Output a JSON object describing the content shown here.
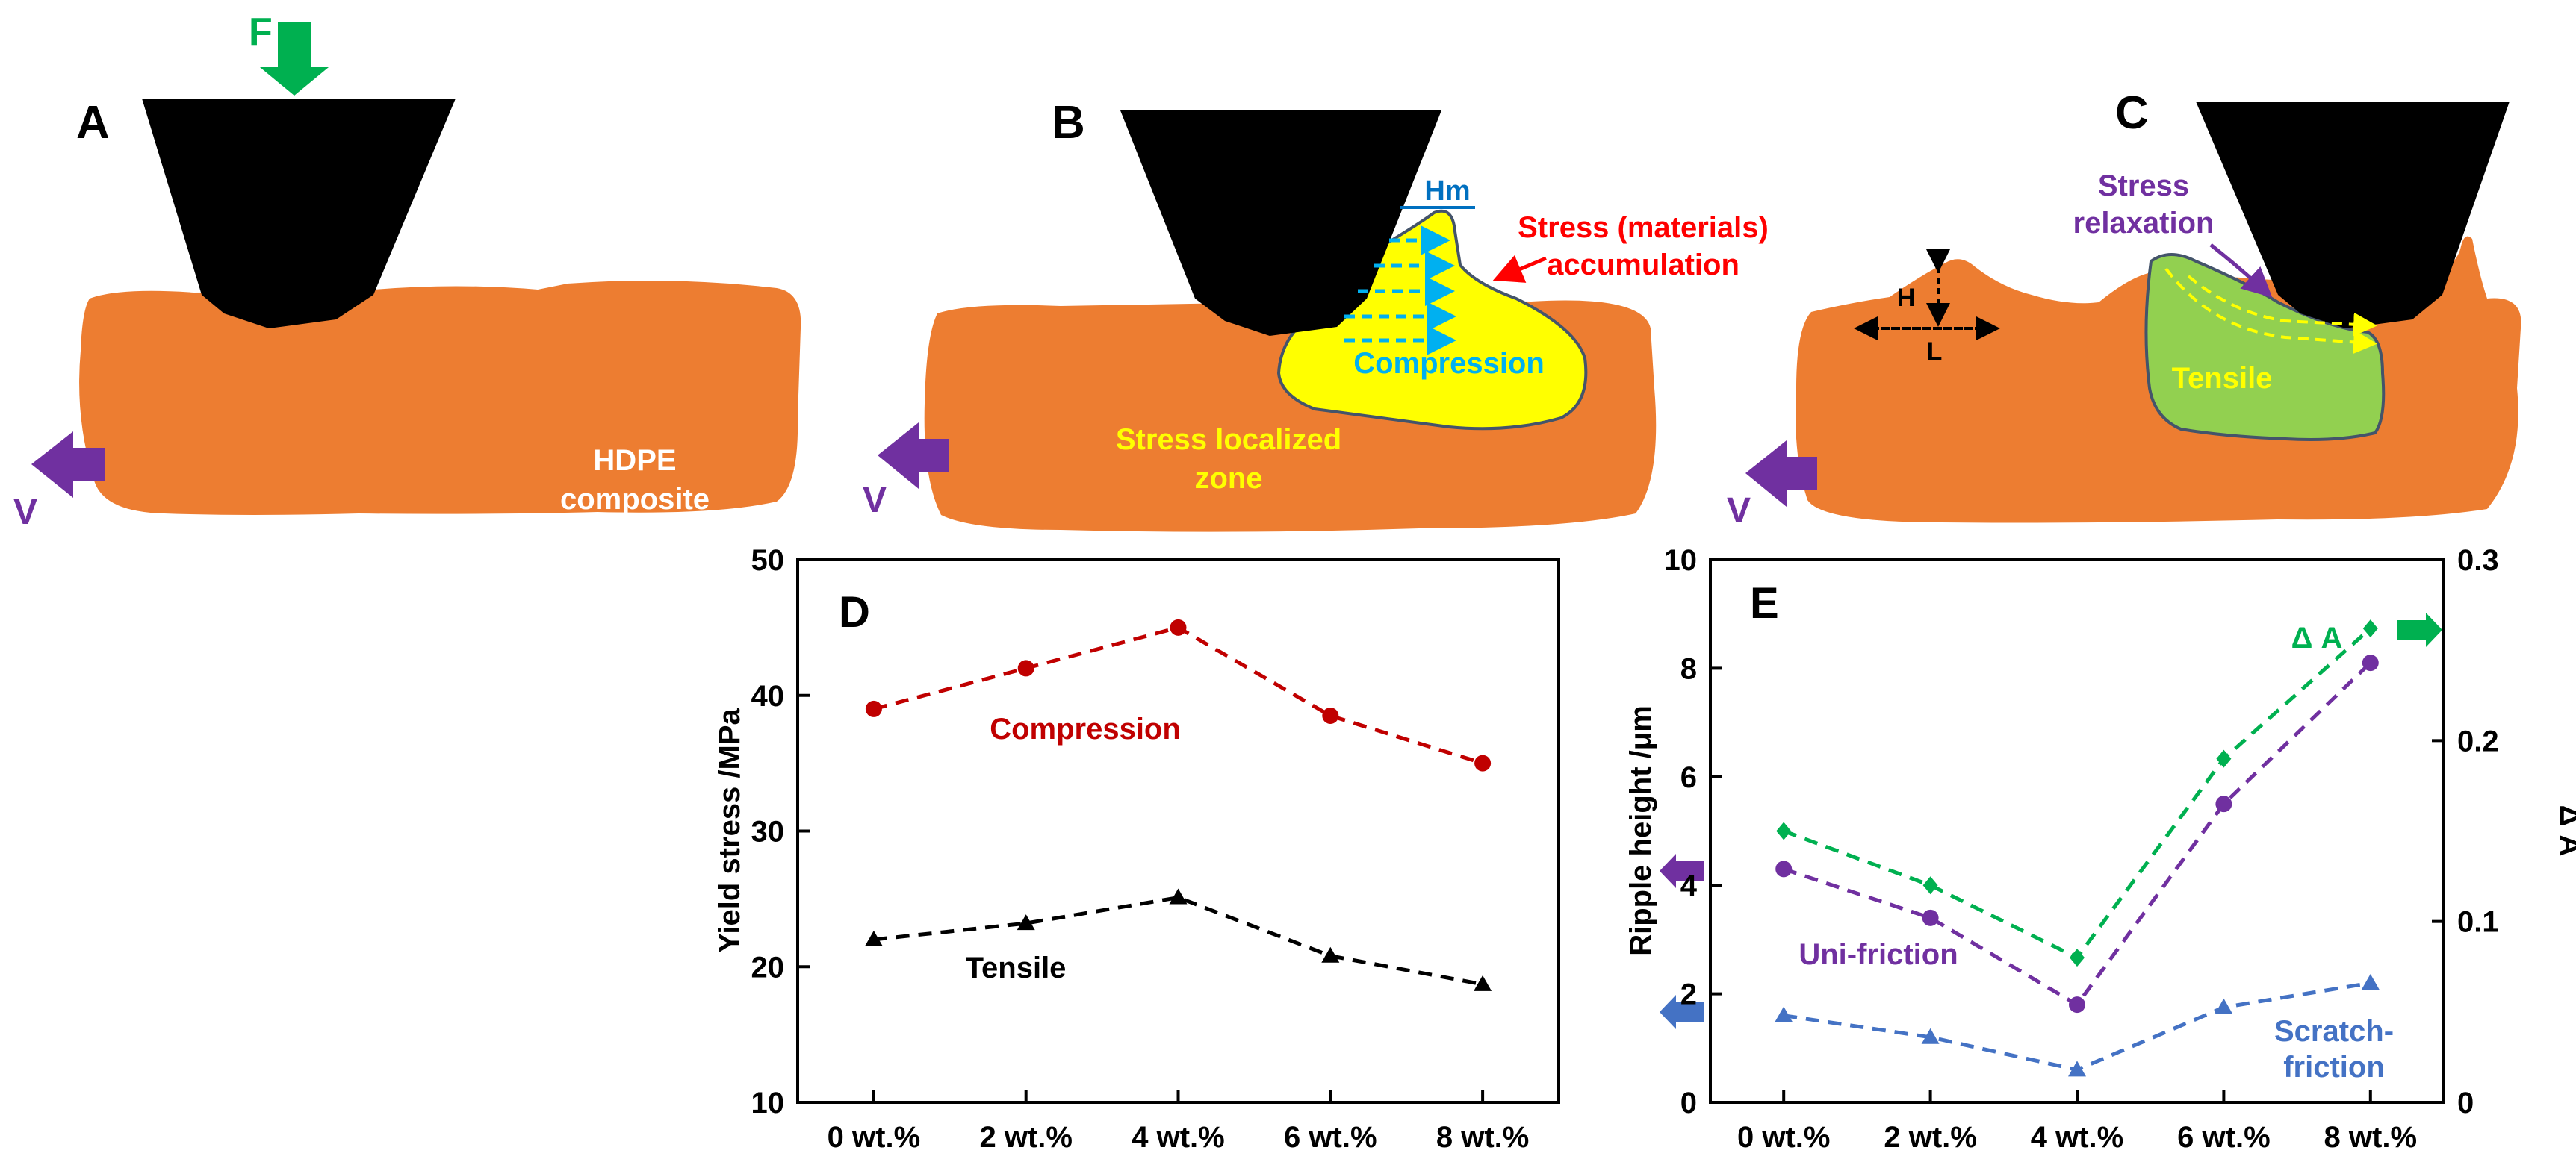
{
  "panels": {
    "a": {
      "letter": "A",
      "force_label": "F",
      "velocity_label": "V",
      "material_label_1": "HDPE",
      "material_label_2": "composite"
    },
    "b": {
      "letter": "B",
      "velocity_label": "V",
      "hm_label": "Hm",
      "accum_label_1": "Stress (materials)",
      "accum_label_2": "accumulation",
      "compression_label": "Compression",
      "zone_label_1": "Stress localized",
      "zone_label_2": "zone"
    },
    "c": {
      "letter": "C",
      "velocity_label": "V",
      "h_label": "H",
      "l_label": "L",
      "relax_label_1": "Stress",
      "relax_label_2": "relaxation",
      "tensile_label": "Tensile"
    }
  },
  "colors": {
    "composite": "#ED7D31",
    "indenter": "#000000",
    "force_arrow": "#00B050",
    "velocity_arrow": "#7030A0",
    "stress_zone": "#FFFF00",
    "tensile_zone": "#92D050",
    "zone_outline": "#44546A",
    "compression_text": "#00B0F0",
    "hm_text": "#0070C0",
    "accum_text": "#FF0000",
    "zone_text": "#FFFF00",
    "relax_text": "#7030A0",
    "compression_series": "#C00000",
    "tensile_series": "#000000",
    "uni_series": "#7030A0",
    "scratch_series": "#4472C4",
    "delta_series": "#00B050"
  },
  "chart_data": [
    {
      "panel": "D",
      "type": "line",
      "categories": [
        "0 wt.%",
        "2 wt.%",
        "4 wt.%",
        "6 wt.%",
        "8 wt.%"
      ],
      "ylabel": "Yield stress /MPa",
      "ylim": [
        10,
        50
      ],
      "yticks": [
        "10",
        "20",
        "30",
        "40",
        "50"
      ],
      "grid": false,
      "series": [
        {
          "name": "Compression",
          "values": [
            39,
            42,
            45,
            38.5,
            35
          ],
          "marker": "circle",
          "style": "dashed"
        },
        {
          "name": "Tensile",
          "values": [
            22,
            23.2,
            25.1,
            20.8,
            18.7
          ],
          "marker": "triangle",
          "style": "dashed"
        }
      ]
    },
    {
      "panel": "E",
      "type": "line",
      "categories": [
        "0 wt.%",
        "2 wt.%",
        "4 wt.%",
        "6 wt.%",
        "8 wt.%"
      ],
      "ylabel": "Ripple height /μm",
      "ylim": [
        0,
        10
      ],
      "yticks": [
        "0",
        "2",
        "4",
        "6",
        "8",
        "10"
      ],
      "y2label": "Δ A",
      "y2lim": [
        0,
        0.3
      ],
      "y2ticks": [
        "0",
        "0.1",
        "0.2",
        "0.3"
      ],
      "grid": false,
      "series": [
        {
          "name": "Uni-friction",
          "axis": "left",
          "values": [
            4.3,
            3.4,
            1.8,
            5.5,
            8.1
          ],
          "marker": "circle",
          "style": "dashed"
        },
        {
          "name": "Scratch-friction",
          "axis": "left",
          "values": [
            1.6,
            1.2,
            0.6,
            1.75,
            2.2
          ],
          "marker": "triangle",
          "style": "dashed"
        },
        {
          "name": "Δ A",
          "axis": "right",
          "values": [
            0.15,
            0.12,
            0.08,
            0.19,
            0.262
          ],
          "marker": "diamond",
          "style": "dashed"
        }
      ],
      "series_labels": {
        "uni": "Uni-friction",
        "scratch_1": "Scratch-",
        "scratch_2": "friction",
        "delta": "Δ A"
      }
    }
  ],
  "panel_letters": {
    "d": "D",
    "e": "E"
  }
}
